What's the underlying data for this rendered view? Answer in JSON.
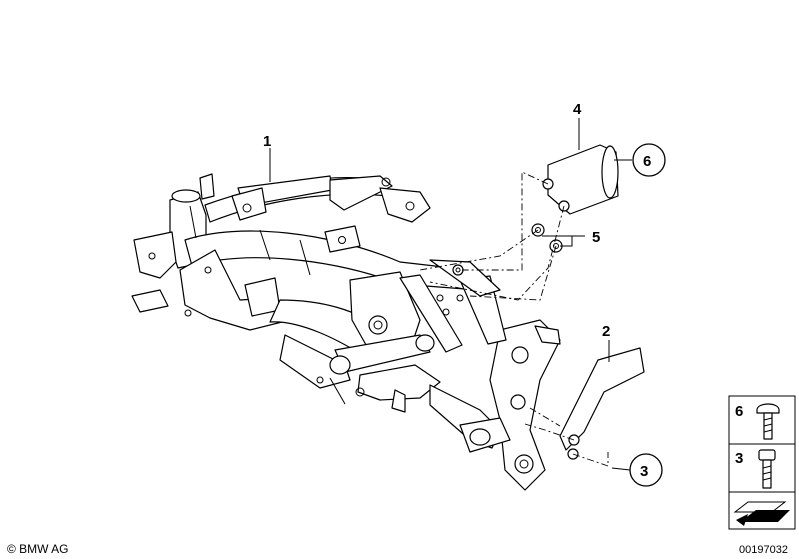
{
  "callouts": {
    "c1": "1",
    "c2": "2",
    "c3": "3",
    "c4": "4",
    "c5": "5",
    "c6": "6"
  },
  "legend": {
    "item_a": "6",
    "item_b": "3"
  },
  "footer": {
    "copyright": "© BMW AG",
    "diagram_number": "00197032"
  }
}
